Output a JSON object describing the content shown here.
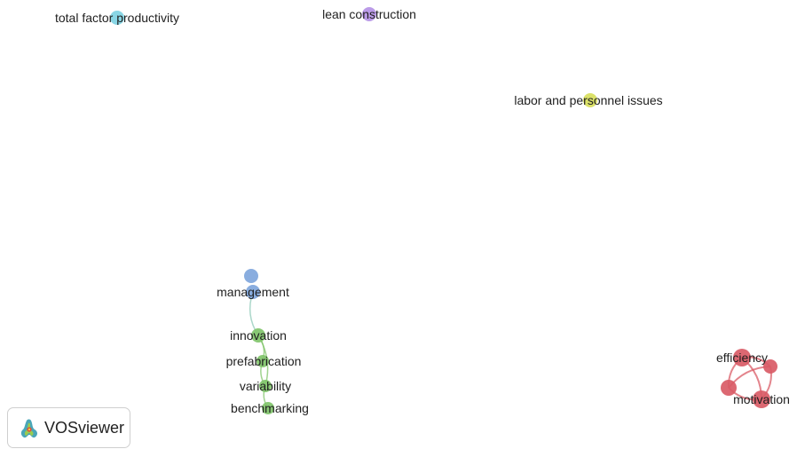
{
  "network": {
    "nodes": [
      {
        "id": "tfp",
        "label": "total factor productivity",
        "cluster": "cyan"
      },
      {
        "id": "lean",
        "label": "lean construction",
        "cluster": "purple"
      },
      {
        "id": "labor",
        "label": "labor and personnel issues",
        "cluster": "yellow"
      },
      {
        "id": "mgmt_top",
        "label": "",
        "cluster": "blue"
      },
      {
        "id": "management",
        "label": "management",
        "cluster": "blue"
      },
      {
        "id": "innovation",
        "label": "innovation",
        "cluster": "green"
      },
      {
        "id": "prefabrication",
        "label": "prefabrication",
        "cluster": "green"
      },
      {
        "id": "variability",
        "label": "variability",
        "cluster": "green"
      },
      {
        "id": "benchmarking",
        "label": "benchmarking",
        "cluster": "green"
      },
      {
        "id": "efficiency",
        "label": "efficiency",
        "cluster": "red"
      },
      {
        "id": "red_right",
        "label": "",
        "cluster": "red"
      },
      {
        "id": "red_left",
        "label": "",
        "cluster": "red"
      },
      {
        "id": "motivation",
        "label": "motivation",
        "cluster": "red"
      }
    ],
    "links": [
      {
        "source": "management",
        "target": "innovation"
      },
      {
        "source": "innovation",
        "target": "prefabrication"
      },
      {
        "source": "prefabrication",
        "target": "variability"
      },
      {
        "source": "innovation",
        "target": "variability"
      },
      {
        "source": "variability",
        "target": "benchmarking"
      },
      {
        "source": "efficiency",
        "target": "red_right"
      },
      {
        "source": "efficiency",
        "target": "red_left"
      },
      {
        "source": "efficiency",
        "target": "motivation"
      },
      {
        "source": "red_right",
        "target": "red_left"
      },
      {
        "source": "red_right",
        "target": "motivation"
      },
      {
        "source": "red_left",
        "target": "motivation"
      }
    ]
  },
  "colors": {
    "cyan": "#7fd3e3",
    "purple": "#b592e6",
    "yellow": "#d8de5c",
    "blue": "#7fa6dc",
    "green": "#80c46a",
    "red": "#d95b66"
  },
  "branding": {
    "name": "VOSviewer",
    "icon": "vosviewer-logo-icon"
  }
}
